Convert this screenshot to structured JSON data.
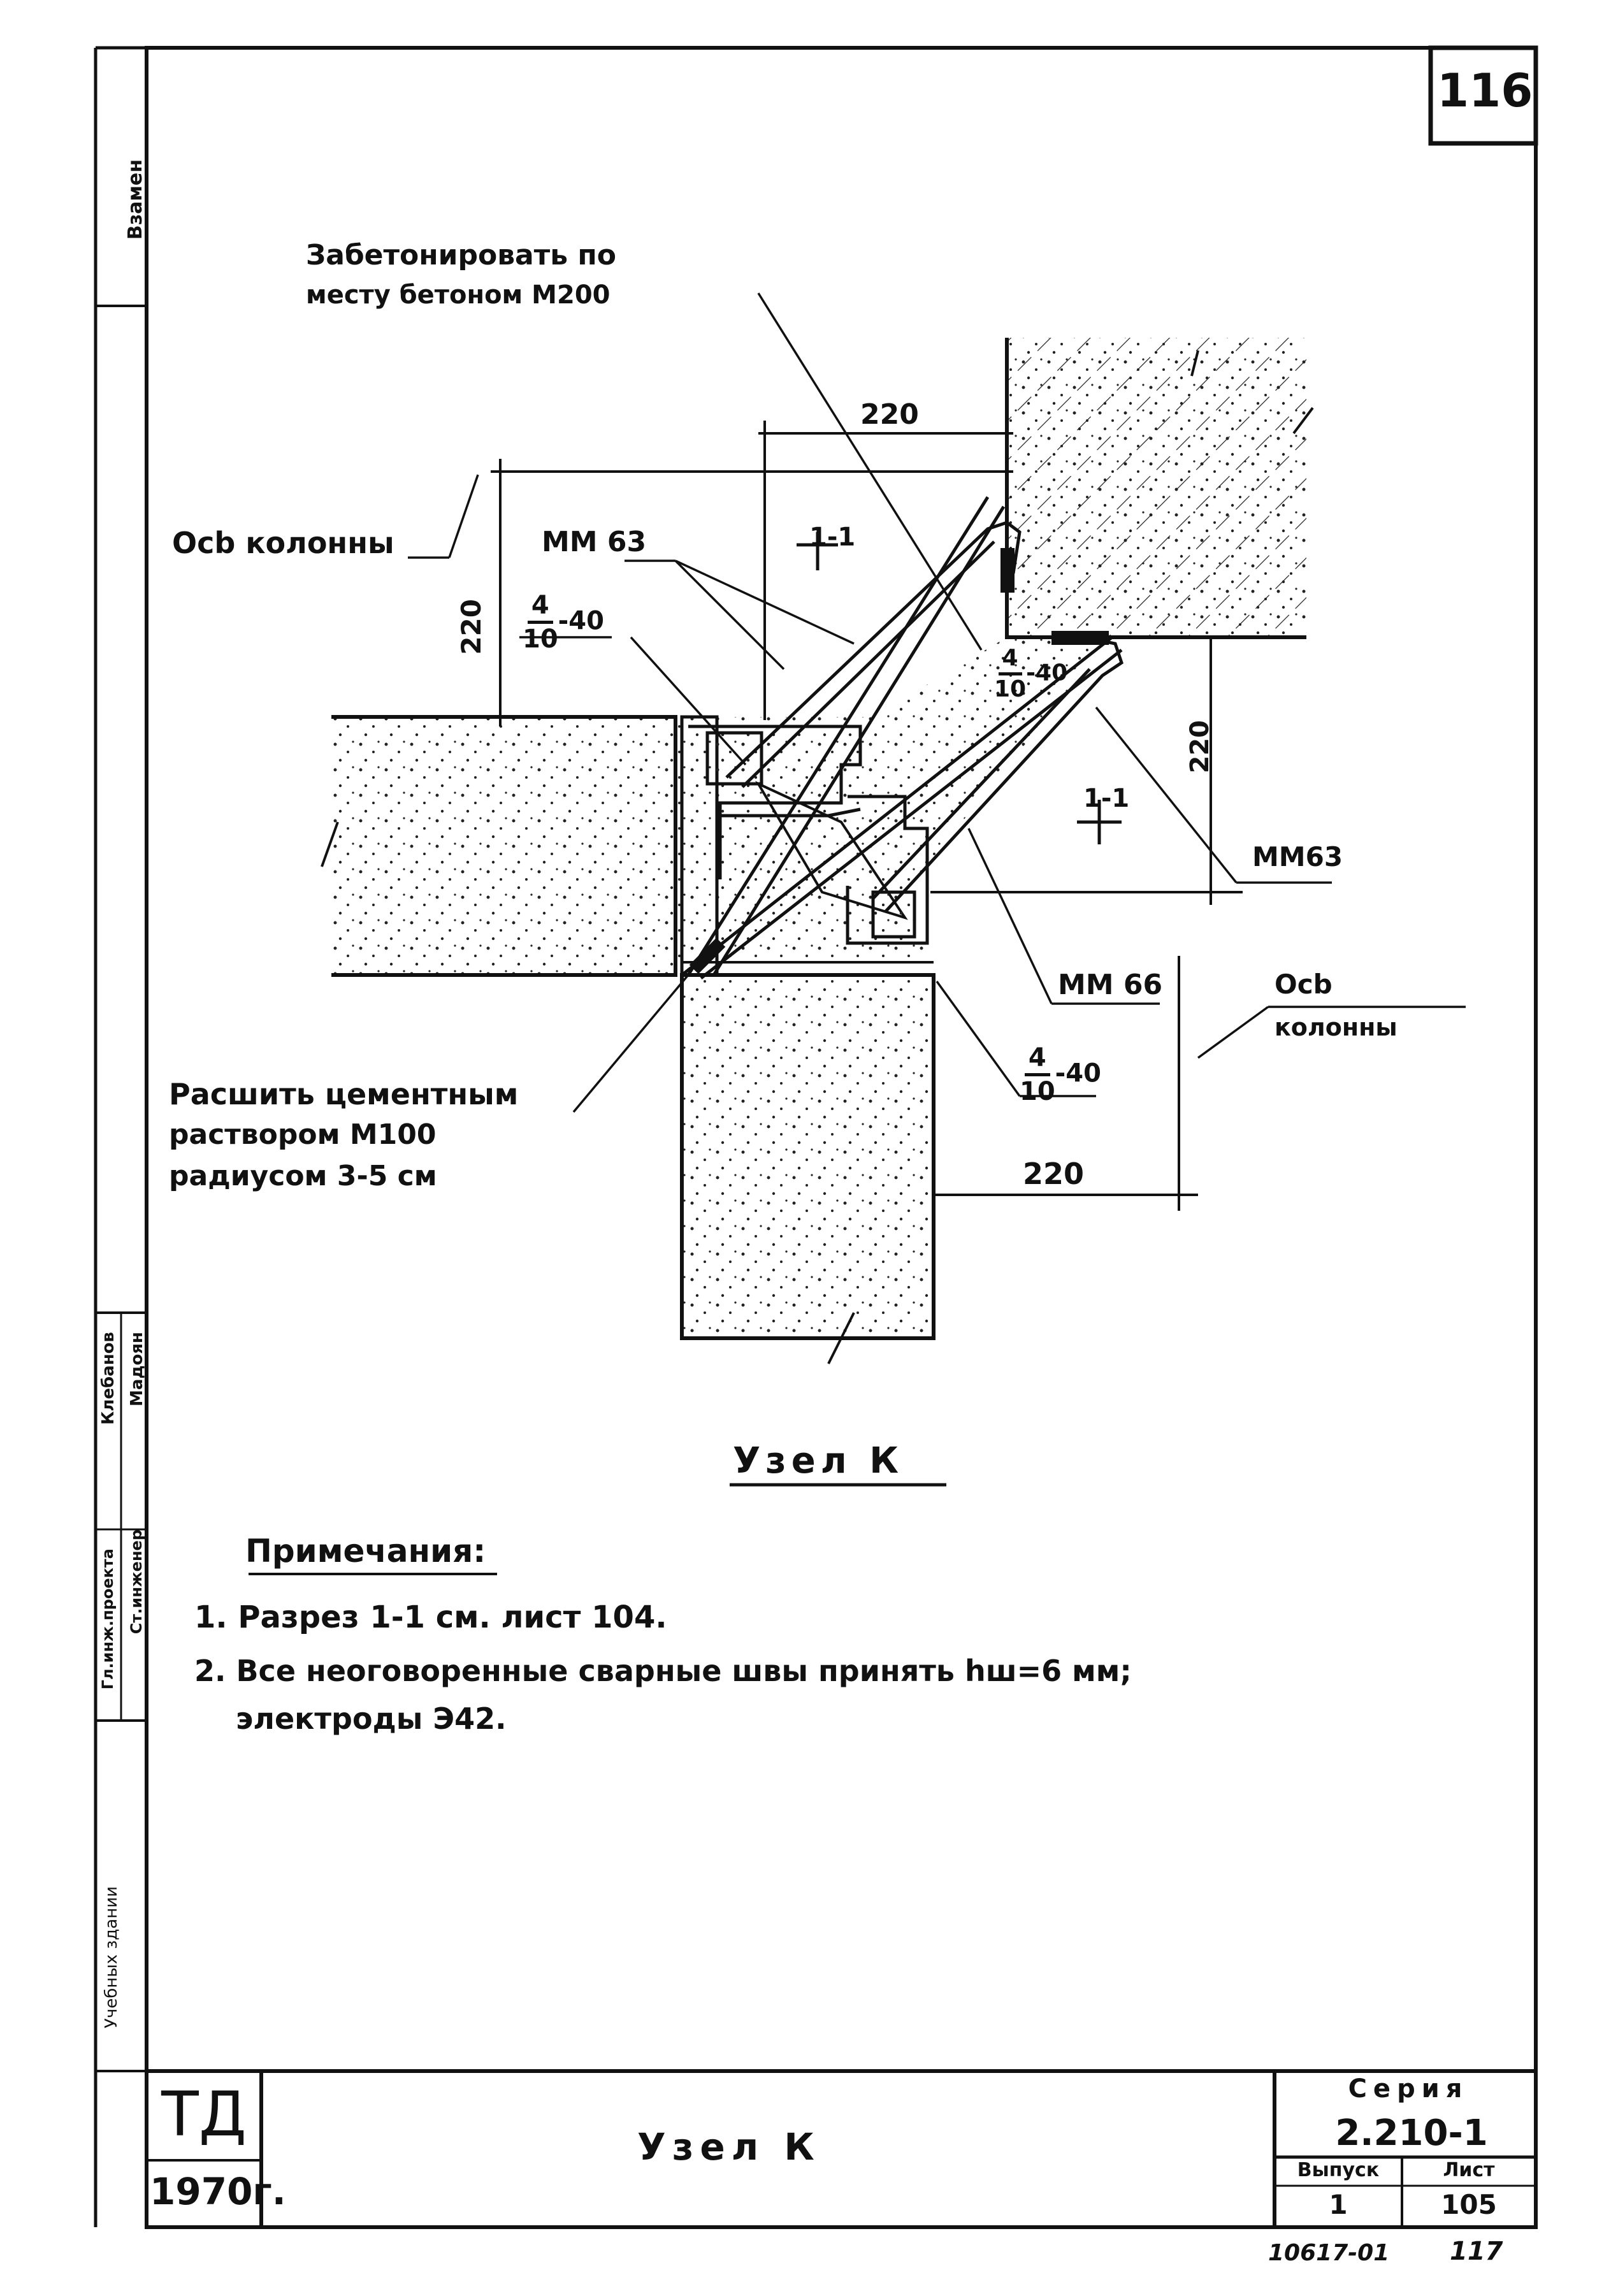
{
  "sheet_number": "116",
  "side_strip": {
    "replace_label": "Взамен",
    "staff": [
      {
        "role": "Гл.инж.проекта",
        "name": "Клебанов"
      },
      {
        "role": "Ст.инженер",
        "name": "Мадоян"
      }
    ],
    "building_label": "Учебных здании"
  },
  "drawing": {
    "callouts": {
      "concrete": [
        "Забетонировать по",
        "месту бетоном М200"
      ],
      "column_axis_left": "Осb колонны",
      "column_axis_right": [
        "Осb",
        "колонны"
      ],
      "mm63_top": "ММ 63",
      "mm63_right": "ММ63",
      "mm66": "ММ 66",
      "grout": [
        "Расшить цементным",
        "раствором М100",
        "радиусом 3-5 см"
      ]
    },
    "dimensions": {
      "top": "220",
      "left": "220",
      "right": "220",
      "bottom": "220"
    },
    "welds": [
      {
        "num": "4",
        "den": "10",
        "len": "-40"
      },
      {
        "num": "4",
        "den": "10",
        "len": "-40"
      },
      {
        "num": "4",
        "den": "10",
        "len": "-40"
      }
    ],
    "section_mark": "1-1",
    "title": "Узел К"
  },
  "notes": {
    "heading": "Примечания:",
    "items": [
      "1. Разрез 1-1 см. лист 104.",
      "2. Все неоговоренные сварные швы принять hш=6 мм;",
      "электроды Э42."
    ]
  },
  "title_block": {
    "org": "ТД",
    "year": "1970г.",
    "title": "Узел К",
    "series_label": "Серия",
    "series": "2.210-1",
    "issue_label": "Выпуск",
    "issue": "1",
    "sheet_label": "Лист",
    "sheet": "105"
  },
  "footer": {
    "code": "10617-01",
    "page": "117"
  }
}
